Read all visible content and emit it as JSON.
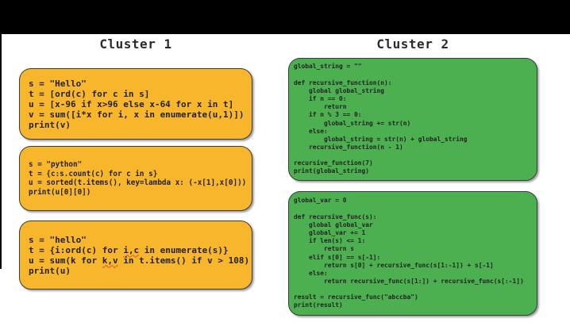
{
  "page": {
    "background": "#ffffff",
    "top_bar_color": "#000000"
  },
  "clusters": [
    {
      "title": "Cluster 1",
      "color": "#f8b62c",
      "boxes": [
        {
          "code": "s = \"Hello\"\nt = [ord(c) for c in s]\nu = [x-96 if x>96 else x-64 for x in t]\nv = sum([i*x for i, x in enumerate(u,1)])\nprint(v)"
        },
        {
          "code": "s = \"python\"\nt = {c:s.count(c) for c in s}\nu = sorted(t.items(), key=lambda x: (-x[1],x[0]))\nprint(u[0][0])"
        },
        {
          "code": "s = \"hello\"\nt = {i:ord(c) for i,c in enumerate(s)}\nu = sum(k for k,v in t.items() if v > 108)\nprint(u)",
          "squiggles": [
            "i,c",
            "k,v"
          ]
        }
      ]
    },
    {
      "title": "Cluster 2",
      "color": "#4caf50",
      "boxes": [
        {
          "code": "global_string = \"\"\n\ndef recursive_function(n):\n    global global_string\n    if n == 0:\n        return\n    if n % 3 == 0:\n        global_string += str(n)\n    else:\n        global_string = str(n) + global_string\n    recursive_function(n - 1)\n\nrecursive_function(7)\nprint(global_string)"
        },
        {
          "code": "global_var = 0\n\ndef recursive_func(s):\n    global global_var\n    global_var += 1\n    if len(s) <= 1:\n        return s\n    elif s[0] == s[-1]:\n        return s[0] + recursive_func(s[1:-1]) + s[-1]\n    else:\n        return recursive_func(s[1:]) + recursive_func(s[:-1])\n\nresult = recursive_func(\"abccba\")\nprint(result)"
        }
      ]
    }
  ]
}
